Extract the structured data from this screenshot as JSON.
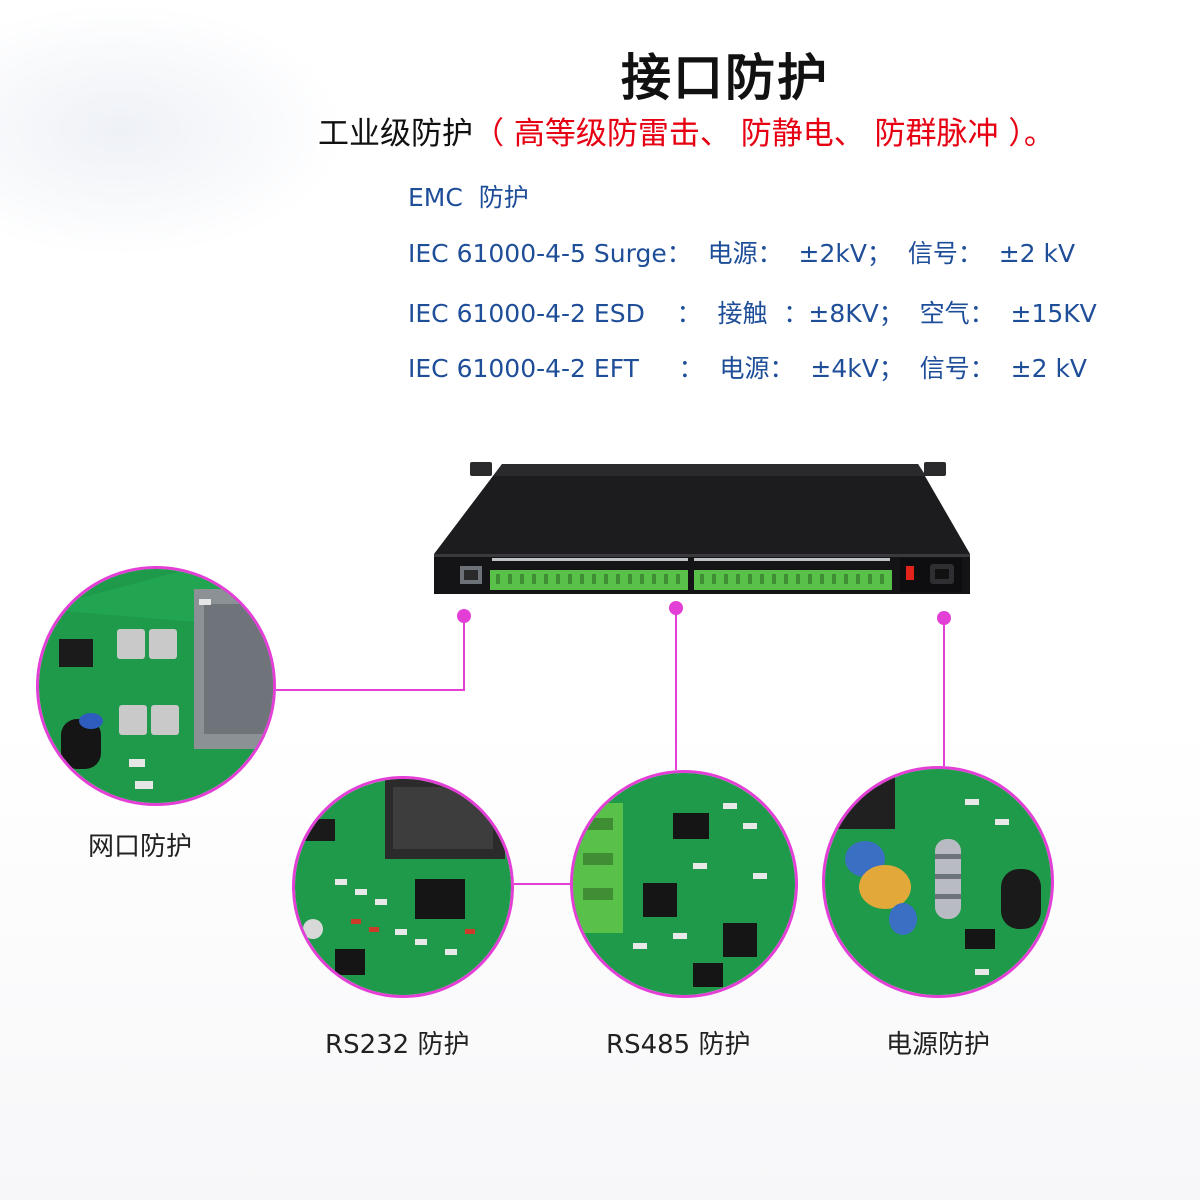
{
  "title": "接口防护",
  "subtitle": {
    "prefix": "工业级防护",
    "highlight": "（ 高等级防雷击、 防静电、 防群脉冲 ）。"
  },
  "specs": [
    "EMC  防护",
    "IEC 61000-4-5 Surge：  电源：  ±2kV；  信号：  ±2 kV",
    "IEC 61000-4-2 ESD    ：  接触  ：±8KV；  空气：  ±15KV",
    "IEC 61000-4-2 EFT     ：  电源：  ±4kV；  信号：  ±2 kV"
  ],
  "labels": {
    "network": "网口防护",
    "rs232": "RS232 防护",
    "rs485": "RS485 防护",
    "power": "电源防护"
  },
  "colors": {
    "accent_line": "#e33fd6",
    "spec_text": "#1f4e99",
    "highlight": "#e60012",
    "pcb_green": "#1f9a4a",
    "terminal_green": "#59c04a"
  }
}
